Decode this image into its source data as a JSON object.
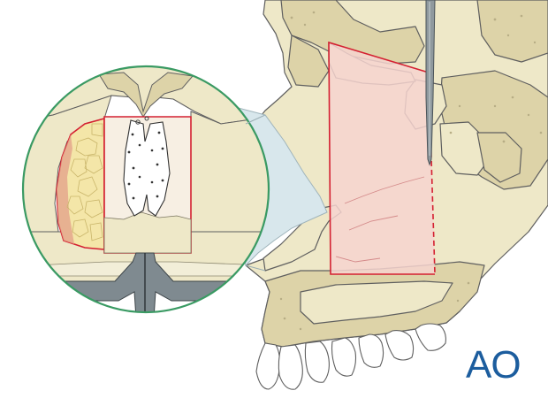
{
  "figure": {
    "logo_text": "AO",
    "colors": {
      "bone": "#eee8c8",
      "bone_dark": "#ddd3a8",
      "bone_outline": "#5f5f5f",
      "osteotomy_fill": "#f6d3cf",
      "osteotomy_line": "#d42031",
      "soft_tissue": "#d8e7ec",
      "inset_border": "#3a9a63",
      "instrument": "#7f8a90",
      "logo": "#1c5d9e",
      "cancellous": "#f4e6a8",
      "mucosa": "#e3a48b"
    },
    "icons": [
      "skull-lateral-view",
      "osteotome",
      "nasal-septum-coronal-section",
      "maxillary-sinus",
      "teeth"
    ]
  }
}
